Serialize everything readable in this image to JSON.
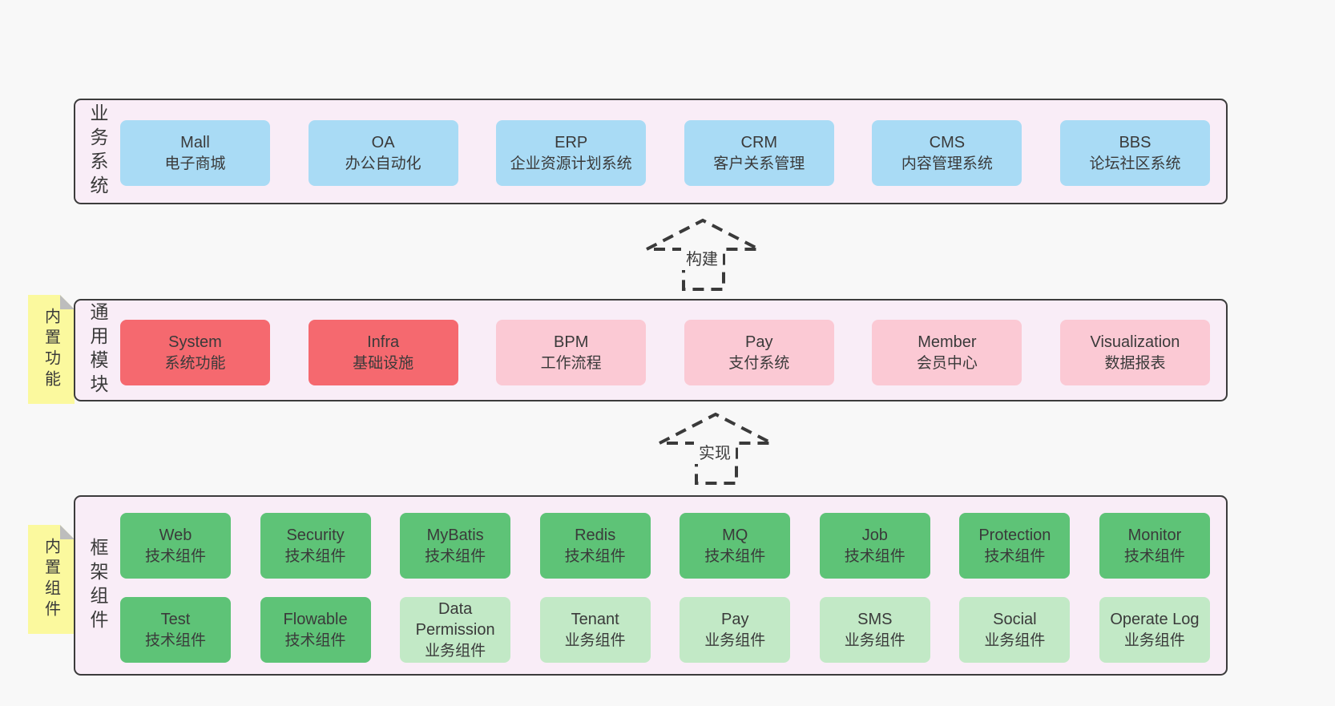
{
  "palette": {
    "page-bg": "#f8f8f8",
    "panel-bg": "#f9edf7",
    "panel-border": "#3c3c3c",
    "text": "#3a3a3a",
    "blue": "#a9dbf5",
    "red": "#f5696f",
    "pink": "#fbc9d4",
    "green": "#5ec377",
    "green-light": "#c2e9c6",
    "yellow": "#fbf99e",
    "fold": "#bdbdbd",
    "arrow": "#3a3a3a"
  },
  "diagram": {
    "sections": [
      {
        "id": "business-systems",
        "side_label": "业务系统",
        "rows": [
          [
            {
              "en": "Mall",
              "zh": "电子商城",
              "variant": "blue"
            },
            {
              "en": "OA",
              "zh": "办公自动化",
              "variant": "blue"
            },
            {
              "en": "ERP",
              "zh": "企业资源计划系统",
              "variant": "blue"
            },
            {
              "en": "CRM",
              "zh": "客户关系管理",
              "variant": "blue"
            },
            {
              "en": "CMS",
              "zh": "内容管理系统",
              "variant": "blue"
            },
            {
              "en": "BBS",
              "zh": "论坛社区系统",
              "variant": "blue"
            }
          ]
        ]
      },
      {
        "id": "common-modules",
        "side_label": "通用模块",
        "sticky_label": "内置功能",
        "rows": [
          [
            {
              "en": "System",
              "zh": "系统功能",
              "variant": "red"
            },
            {
              "en": "Infra",
              "zh": "基础设施",
              "variant": "red"
            },
            {
              "en": "BPM",
              "zh": "工作流程",
              "variant": "pink"
            },
            {
              "en": "Pay",
              "zh": "支付系统",
              "variant": "pink"
            },
            {
              "en": "Member",
              "zh": "会员中心",
              "variant": "pink"
            },
            {
              "en": "Visualization",
              "zh": "数据报表",
              "variant": "pink"
            }
          ]
        ]
      },
      {
        "id": "framework-components",
        "side_label": "框架组件",
        "sticky_label": "内置组件",
        "rows": [
          [
            {
              "en": "Web",
              "zh": "技术组件",
              "variant": "green"
            },
            {
              "en": "Security",
              "zh": "技术组件",
              "variant": "green"
            },
            {
              "en": "MyBatis",
              "zh": "技术组件",
              "variant": "green"
            },
            {
              "en": "Redis",
              "zh": "技术组件",
              "variant": "green"
            },
            {
              "en": "MQ",
              "zh": "技术组件",
              "variant": "green"
            },
            {
              "en": "Job",
              "zh": "技术组件",
              "variant": "green"
            },
            {
              "en": "Protection",
              "zh": "技术组件",
              "variant": "green"
            },
            {
              "en": "Monitor",
              "zh": "技术组件",
              "variant": "green"
            }
          ],
          [
            {
              "en": "Test",
              "zh": "技术组件",
              "variant": "green"
            },
            {
              "en": "Flowable",
              "zh": "技术组件",
              "variant": "green"
            },
            {
              "en": "Data Permission",
              "zh": "业务组件",
              "variant": "green-light"
            },
            {
              "en": "Tenant",
              "zh": "业务组件",
              "variant": "green-light"
            },
            {
              "en": "Pay",
              "zh": "业务组件",
              "variant": "green-light"
            },
            {
              "en": "SMS",
              "zh": "业务组件",
              "variant": "green-light"
            },
            {
              "en": "Social",
              "zh": "业务组件",
              "variant": "green-light"
            },
            {
              "en": "Operate Log",
              "zh": "业务组件",
              "variant": "green-light"
            }
          ]
        ]
      }
    ],
    "arrows": [
      {
        "label": "构建"
      },
      {
        "label": "实现"
      }
    ]
  }
}
